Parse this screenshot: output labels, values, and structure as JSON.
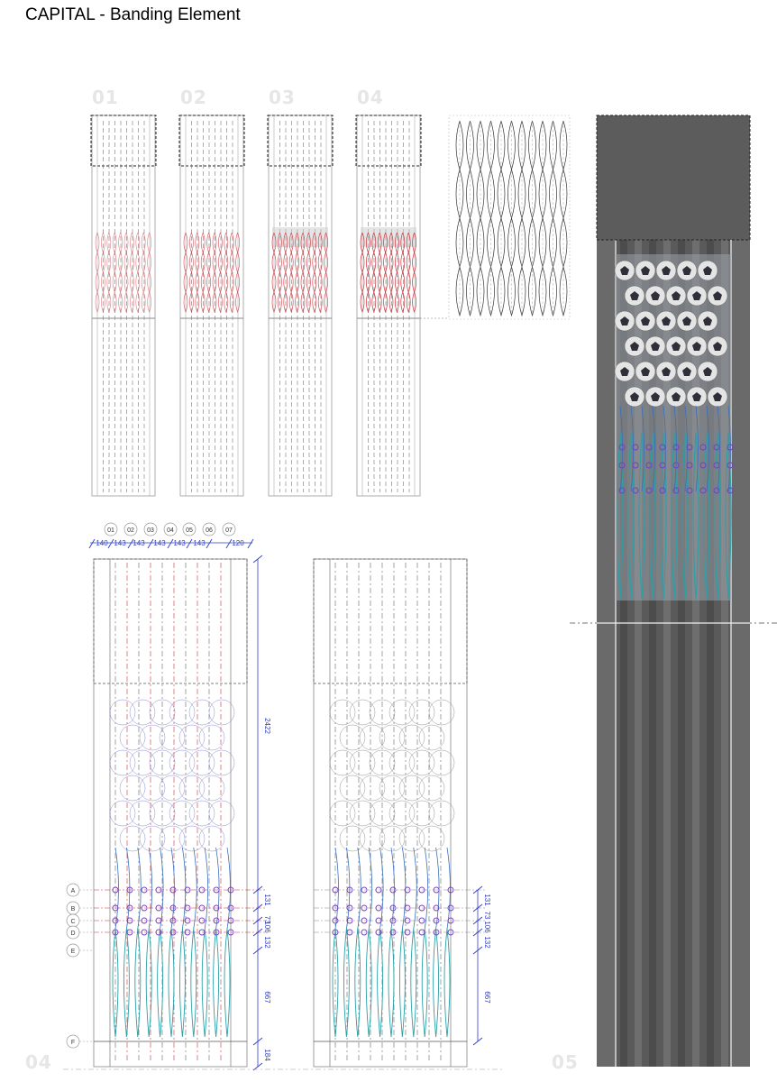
{
  "title": "CAPITAL - Banding Element",
  "study_labels": [
    "01",
    "02",
    "03",
    "04"
  ],
  "bottom_labels": {
    "left": "04",
    "right": "05"
  },
  "column_markers": [
    "01",
    "02",
    "03",
    "04",
    "05",
    "06",
    "07"
  ],
  "widths": [
    "140",
    "143",
    "143",
    "143",
    "143",
    "143",
    "120"
  ],
  "row_markers": [
    "A",
    "B",
    "C",
    "D",
    "E",
    "F"
  ],
  "dims_left": [
    "2422",
    "131",
    "73",
    "106",
    "132",
    "667",
    "184"
  ],
  "dims_right": [
    "131",
    "73",
    "106",
    "132",
    "667"
  ],
  "colors": {
    "red": "#c8343c",
    "blue": "#2f3dc8",
    "teal": "#2aa0a8",
    "dark": "#4a4a4a",
    "grey": "#7a7a7a"
  }
}
